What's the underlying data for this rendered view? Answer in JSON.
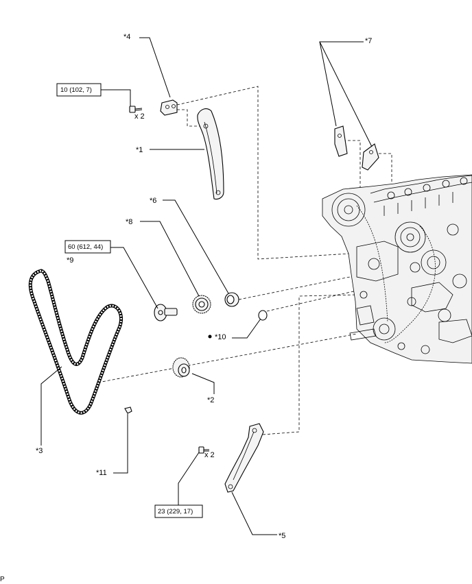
{
  "labels": {
    "l1": "*1",
    "l2": "*2",
    "l3": "*3",
    "l4": "*4",
    "l5": "*5",
    "l6": "*6",
    "l7": "*7",
    "l8": "*8",
    "l9": "*9",
    "l10": "*10",
    "l11": "*11"
  },
  "torque": {
    "t10": "10 (102, 7)",
    "t60": "60 (612, 44)",
    "t23": "23 (229, 17)"
  },
  "qty": {
    "top_bolts": "x 2",
    "bottom_bolts": "x 2"
  },
  "footer": {
    "code": "P"
  }
}
